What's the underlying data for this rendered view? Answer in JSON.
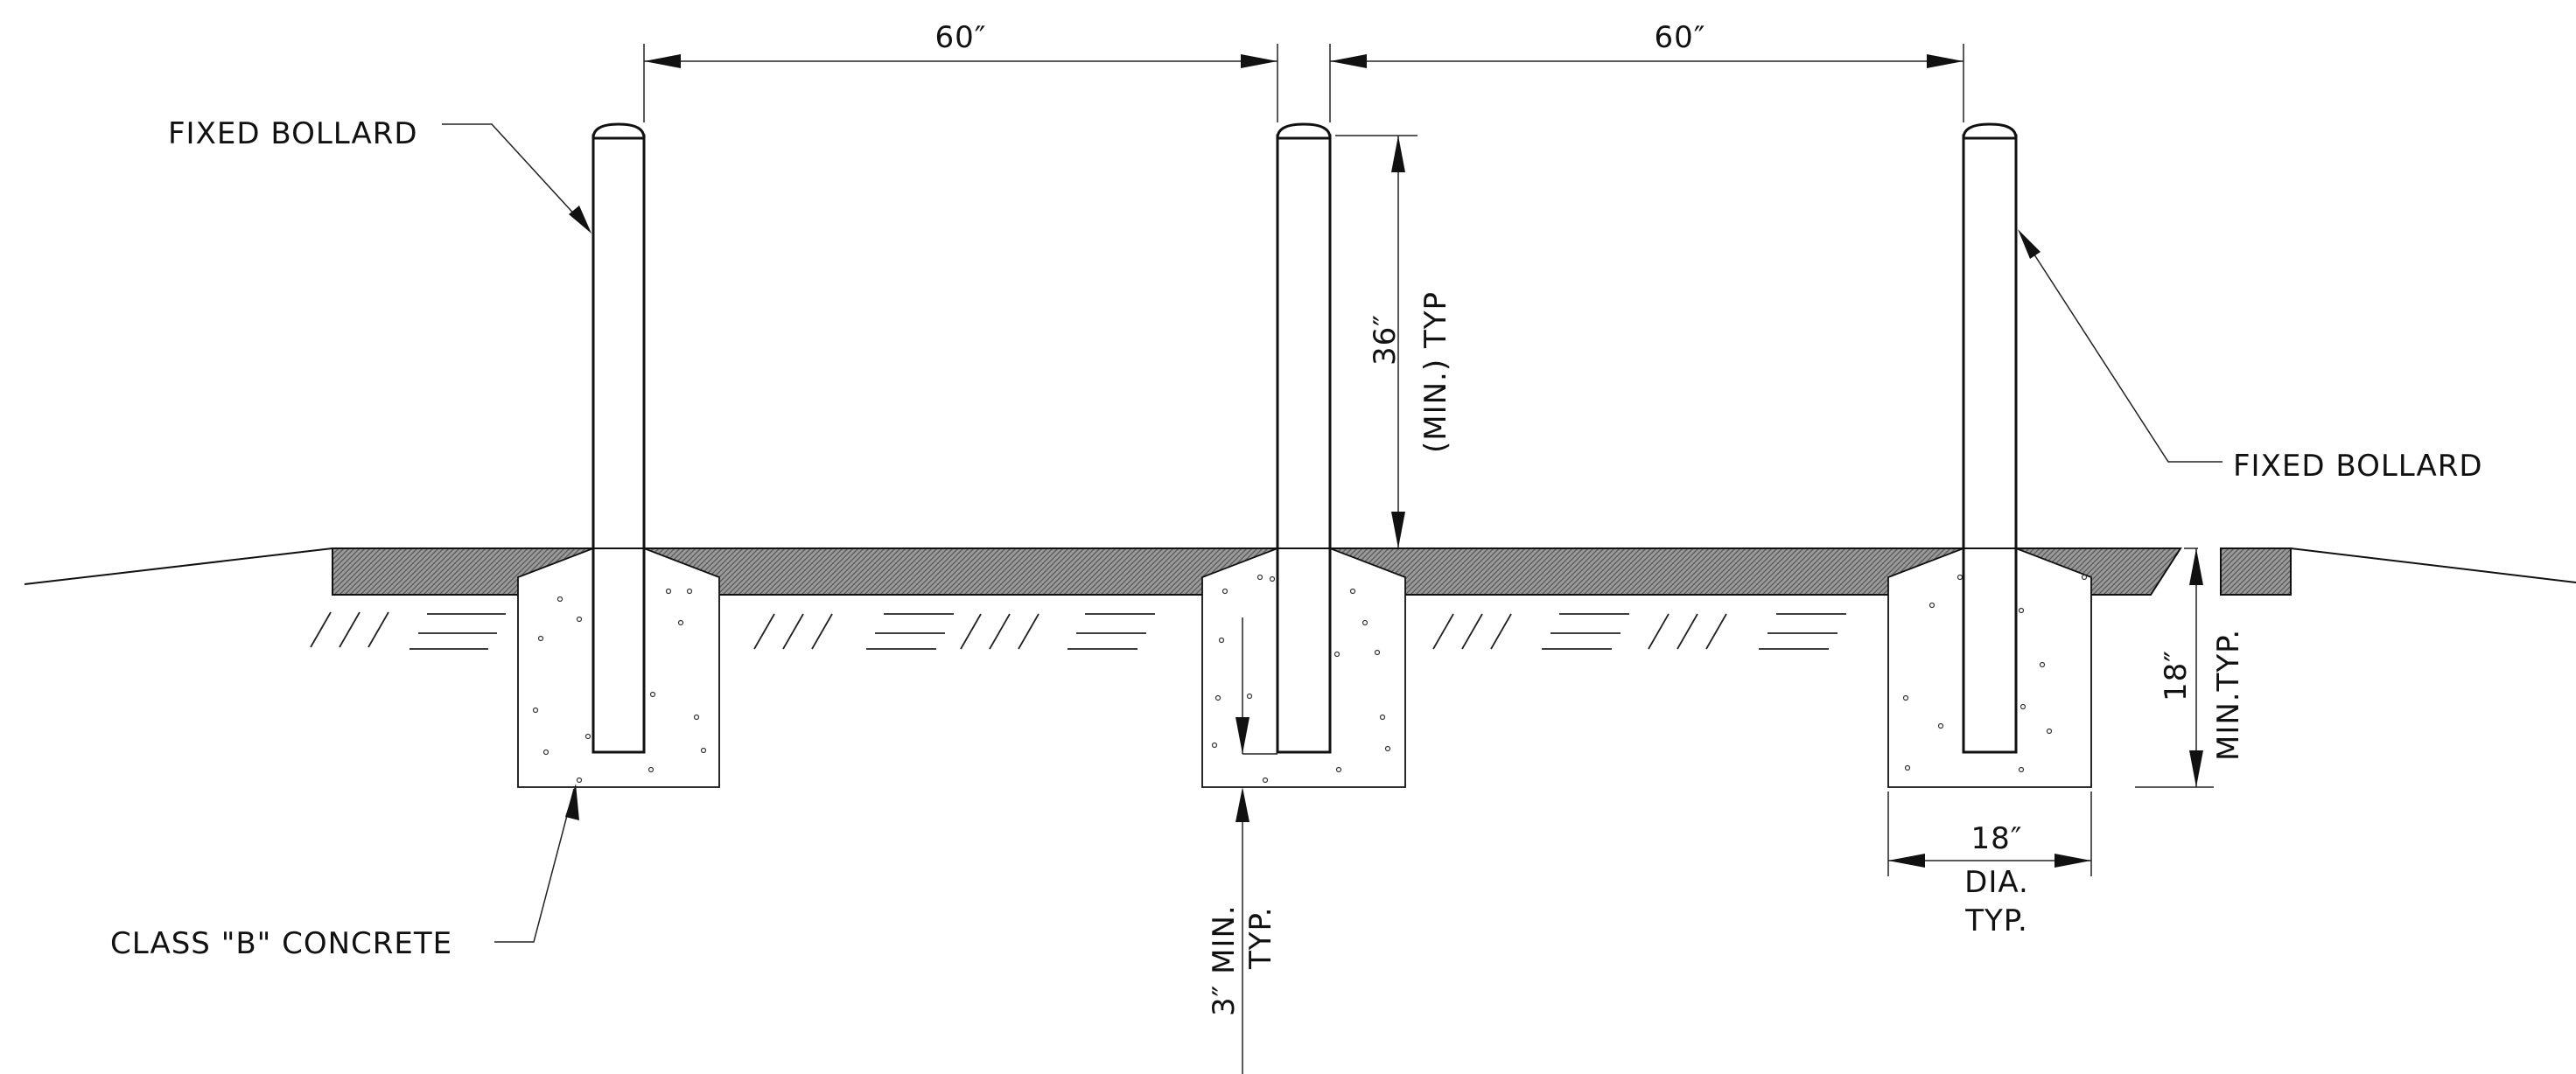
{
  "drawing": {
    "bollard_spacing_left": "60″",
    "bollard_spacing_right": "60″",
    "label_fixed_bollard_left": "FIXED BOLLARD",
    "label_fixed_bollard_right": "FIXED BOLLARD",
    "label_concrete": "CLASS \"B\" CONCRETE",
    "height_dim_value": "36″",
    "height_dim_note": "(MIN.) TYP",
    "embed_dim_value": "3″ MIN.",
    "embed_dim_note": "TYP.",
    "footing_depth_value": "18″",
    "footing_depth_note": "MIN.TYP.",
    "footing_dia_value": "18″",
    "footing_dia_line2": "DIA.",
    "footing_dia_line3": "TYP."
  },
  "colors": {
    "ink": "#111111",
    "paper": "#ffffff",
    "pavement_hatch": "#8a8a8a"
  }
}
